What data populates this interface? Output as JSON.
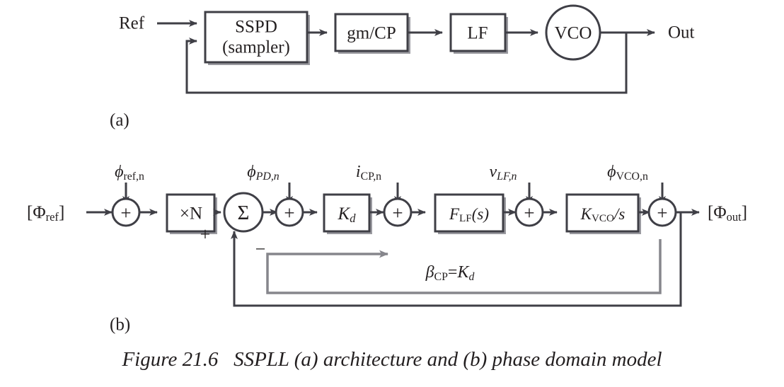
{
  "figure": {
    "caption_prefix": "Figure 21.6",
    "caption_text": "SSPLL (a) architecture and (b) phase domain model",
    "caption_full": "Figure 21.6   SSPLL (a) architecture and (b) phase domain model",
    "part_a_label": "(a)",
    "part_b_label": "(b)",
    "colors": {
      "ink": "#231f20",
      "line": "#3f3f46",
      "line_gray": "#86868c",
      "background": "#ffffff"
    }
  },
  "part_a": {
    "title": "SSPLL architecture",
    "input_label": "Ref",
    "output_label": "Out",
    "blocks": [
      {
        "id": "sspd",
        "label_line1": "SSPD",
        "label_line2": "(sampler)",
        "shape": "rect"
      },
      {
        "id": "gmcp",
        "label_line1": "gm/CP",
        "label_line2": "",
        "shape": "rect"
      },
      {
        "id": "lf",
        "label_line1": "LF",
        "label_line2": "",
        "shape": "rect"
      },
      {
        "id": "vco",
        "label_line1": "VCO",
        "label_line2": "",
        "shape": "circle"
      }
    ]
  },
  "part_b": {
    "title": "Phase domain model",
    "input_label": "[Φref]",
    "input_label_base": "[Φ",
    "input_label_sub": "ref",
    "input_label_tail": "]",
    "output_label_base": "[Φ",
    "output_label_sub": "out",
    "output_label_tail": "]",
    "blocks": [
      {
        "id": "divn",
        "label": "×N",
        "italic": false
      },
      {
        "id": "kd",
        "label_base": "K",
        "label_sub": "d",
        "italic": true
      },
      {
        "id": "flf",
        "label_base": "F",
        "label_sub": "LF",
        "label_tail": "(s)",
        "italic": true
      },
      {
        "id": "kvco",
        "label_base": "K",
        "label_sub": "VCO",
        "label_tail": "/s",
        "italic": true
      }
    ],
    "summers": [
      {
        "id": "sum-ref",
        "glyph": "+"
      },
      {
        "id": "sum-sigma",
        "glyph": "Σ"
      },
      {
        "id": "sum-pd",
        "glyph": "+"
      },
      {
        "id": "sum-cp",
        "glyph": "+"
      },
      {
        "id": "sum-lf",
        "glyph": "+"
      },
      {
        "id": "sum-vco",
        "glyph": "+"
      }
    ],
    "noise_inputs": [
      {
        "id": "phi-ref-n",
        "base": "ϕ",
        "sub": "ref,n",
        "italic_base": true
      },
      {
        "id": "phi-pd-n",
        "base": "ϕ",
        "sub": "PD,n",
        "italic_base": true
      },
      {
        "id": "i-cp-n",
        "base": "i",
        "sub": "CP,n",
        "italic_base": true
      },
      {
        "id": "v-lf-n",
        "base": "v",
        "sub": "LF,n",
        "italic_base": true
      },
      {
        "id": "phi-vco-n",
        "base": "ϕ",
        "sub": "VCO,n",
        "italic_base": true
      }
    ],
    "sigma_signs": {
      "positive": "+",
      "negative": "−"
    },
    "feedback_annotation": {
      "base": "β",
      "sub": "CP",
      "equals": "=",
      "rhs_base": "K",
      "rhs_sub": "d",
      "full": "βCP = Kd"
    }
  }
}
